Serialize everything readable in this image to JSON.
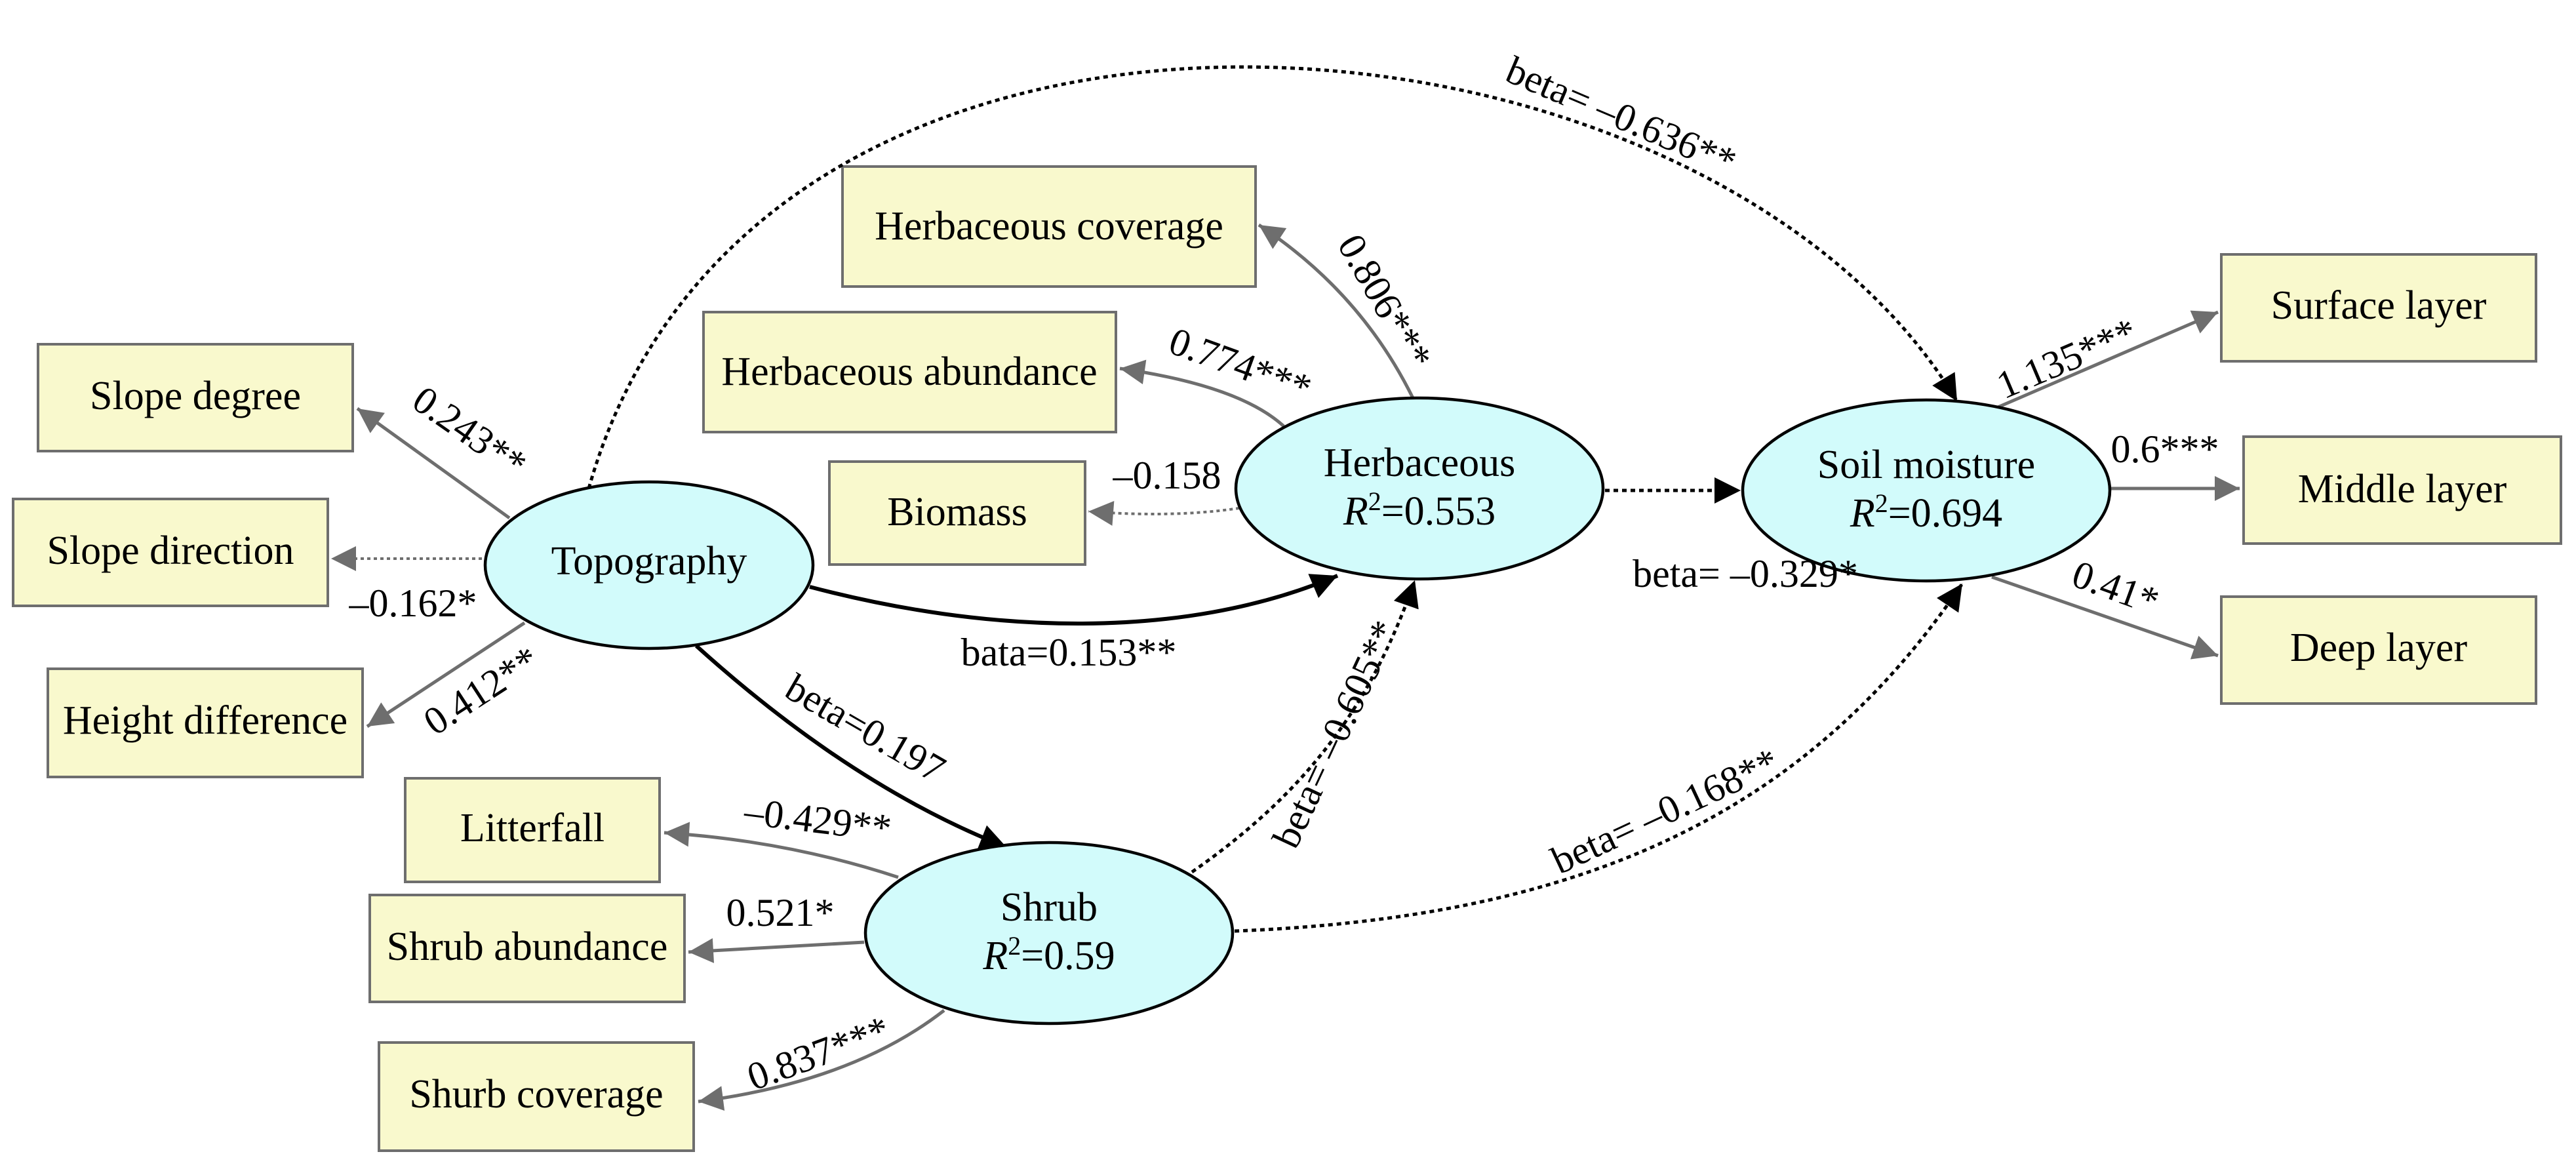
{
  "diagram": {
    "indicators": {
      "herbaceous_coverage": "Herbaceous coverage",
      "herbaceous_abundance": "Herbaceous abundance",
      "biomass": "Biomass",
      "slope_degree": "Slope degree",
      "slope_direction": "Slope direction",
      "height_difference": "Height difference",
      "litterfall": "Litterfall",
      "shrub_abundance": "Shrub abundance",
      "shurb_coverage": "Shurb coverage",
      "surface_layer": "Surface layer",
      "middle_layer": "Middle layer",
      "deep_layer": "Deep layer"
    },
    "latents": {
      "topography": {
        "name": "Topography"
      },
      "herbaceous": {
        "name": "Herbaceous",
        "r2_symbol": "R",
        "r2_sup": "2",
        "r2_value": "=0.553"
      },
      "shrub": {
        "name": "Shrub",
        "r2_symbol": "R",
        "r2_sup": "2",
        "r2_value": "=0.59"
      },
      "soil_moisture": {
        "name": "Soil moisture",
        "r2_symbol": "R",
        "r2_sup": "2",
        "r2_value": "=0.694"
      }
    },
    "loadings": {
      "herb_coverage": "0.806***",
      "herb_abundance": "0.774***",
      "biomass": "–0.158",
      "slope_degree": "0.243**",
      "slope_direction": "–0.162*",
      "height_difference": "0.412**",
      "litterfall": "–0.429**",
      "shrub_abundance": "0.521*",
      "shurb_coverage": "0.837***",
      "surface_layer": "1.135***",
      "middle_layer": "0.6***",
      "deep_layer": "0.41*"
    },
    "paths": {
      "topography_to_soil": "beta= –0.636**",
      "topography_to_herbaceous": "bata=0.153**",
      "topography_to_shrub": "beta=0.197",
      "herbaceous_to_soil": "beta= –0.329*",
      "shrub_to_herbaceous": "beta= –0.605**",
      "shrub_to_soil": "beta= –0.168**"
    },
    "colors": {
      "indicator_fill": "#f9f9cd",
      "latent_fill": "#d2fbfb",
      "measurement_arrow": "#6e6e6e",
      "structural_arrow": "#000000"
    }
  }
}
